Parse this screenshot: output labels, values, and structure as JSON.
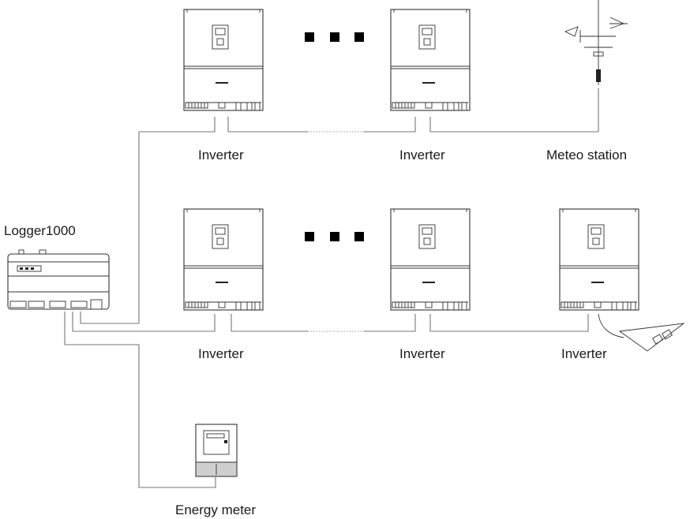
{
  "labels": {
    "inverter": "Inverter",
    "meteo": "Meteo station",
    "logger": "Logger1000",
    "meter": "Energy meter"
  },
  "rows": [
    {
      "name": "top",
      "inverters": 2,
      "has_meteo": true
    },
    {
      "name": "bottom",
      "inverters": 3,
      "has_meteo": false
    }
  ],
  "ellipsis": "■ ■ ■"
}
